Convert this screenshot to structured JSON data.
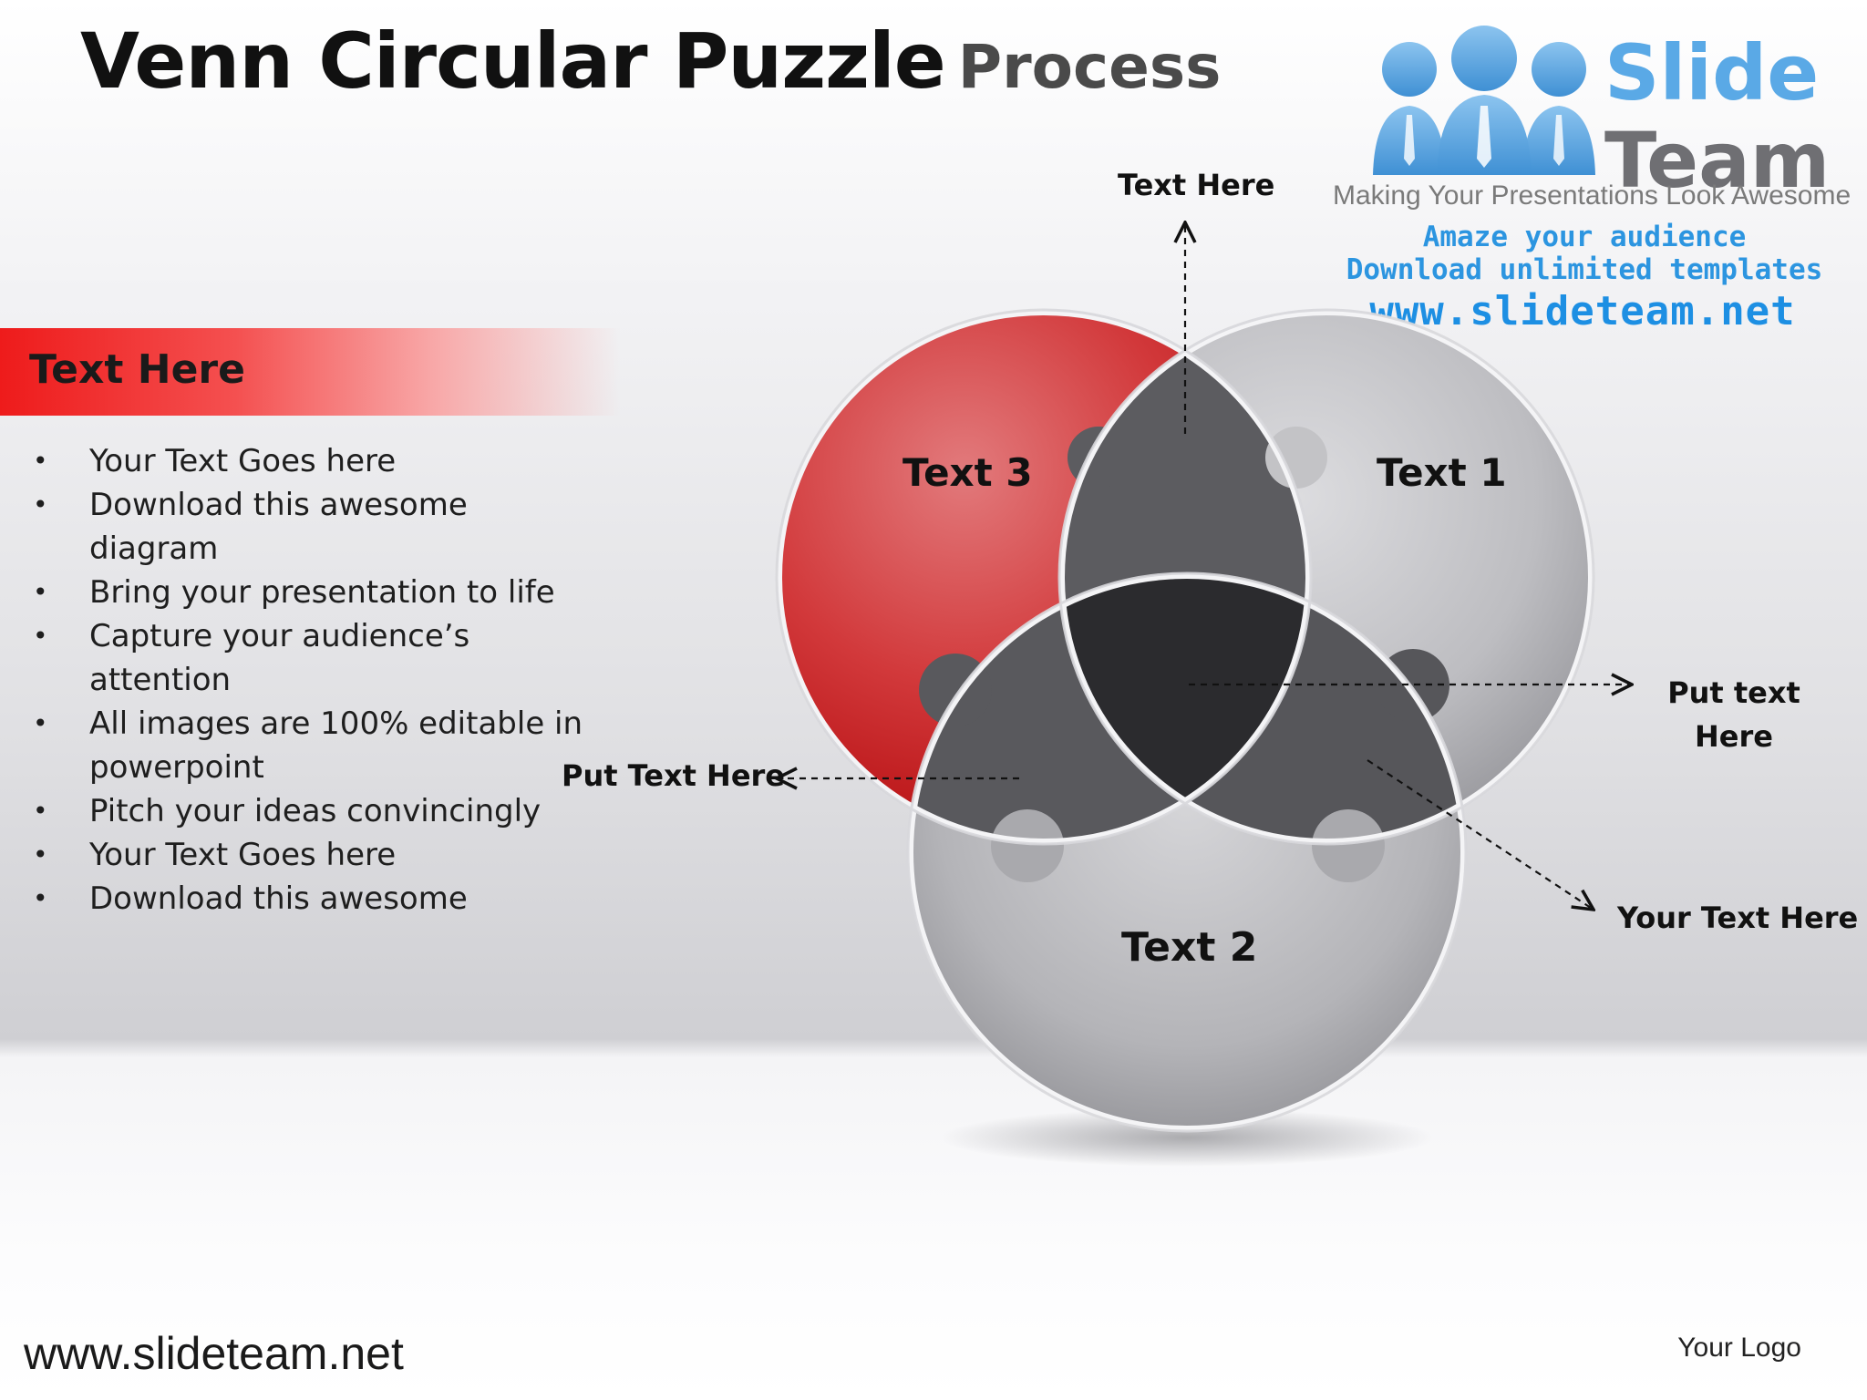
{
  "slide": {
    "title_main": "Venn Circular Puzzle",
    "title_sub": "Process"
  },
  "logo": {
    "word1": "Slide",
    "word2": "Team",
    "tagline": "Making Your Presentations Look Awesome",
    "line1": "Amaze your audience",
    "line2": "Download unlimited templates",
    "url": "www.slideteam.net",
    "icon": "people-group-icon",
    "colors": {
      "blue": "#5aa9e6",
      "gray": "#6f6f73"
    }
  },
  "panel": {
    "header": "Text Here",
    "header_color": "#ee1b1b",
    "bullets": [
      "Your Text Goes here",
      "Download this awesome diagram",
      "Bring your presentation to life",
      "Capture your audience’s attention",
      "All images are 100% editable in powerpoint",
      "Pitch your ideas convincingly",
      "Your Text Goes here",
      "Download this awesome"
    ]
  },
  "venn": {
    "circles": [
      {
        "label": "Text 1",
        "color": "#b4b4b8"
      },
      {
        "label": "Text 2",
        "color": "#a8a8ac"
      },
      {
        "label": "Text 3",
        "color": "#c40e12"
      }
    ],
    "callouts": {
      "top": "Text Here",
      "right_line1": "Put text",
      "right_line2": "Here",
      "left": "Put Text Here",
      "bottom_right": "Your Text Here"
    }
  },
  "footer": {
    "url": "www.slideteam.net",
    "logo": "Your Logo"
  }
}
